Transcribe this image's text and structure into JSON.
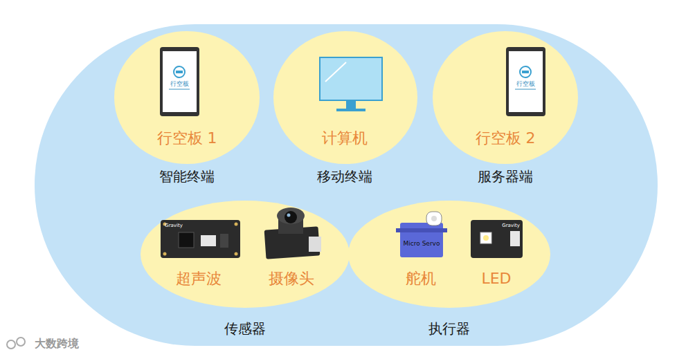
{
  "diagram": {
    "nodes": [
      {
        "text": [
          "行空板 1",
          "智能终端"
        ]
      },
      {
        "text": [
          "计算机",
          "移动终端"
        ]
      },
      {
        "text": [
          "行空板 2",
          "服务器端"
        ]
      },
      {
        "text": [
          "超声波",
          "摄像头",
          "传感器"
        ]
      },
      {
        "text": [
          "舵机",
          "LED",
          "执行器"
        ]
      }
    ],
    "labels": [
      "行空板",
      "行空板",
      "Gravity",
      "Micro Servo",
      "Gravity",
      "大数跨境"
    ]
  }
}
